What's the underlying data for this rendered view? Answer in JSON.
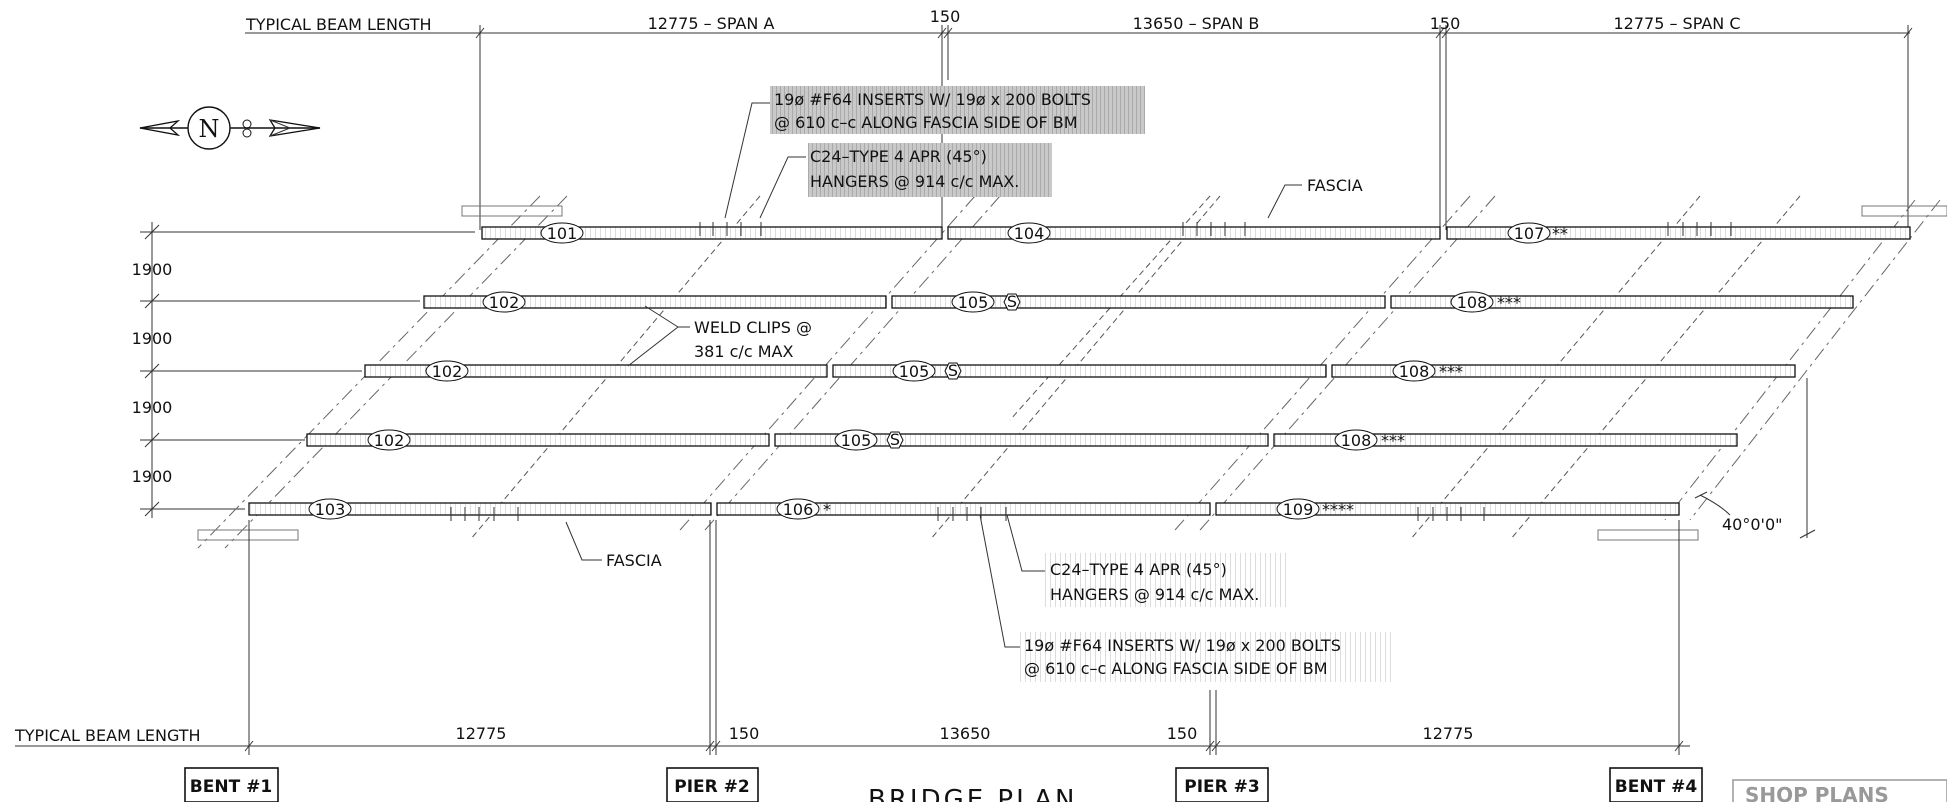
{
  "top_dims": {
    "label": "TYPICAL BEAM LENGTH",
    "span_a": "12775 – SPAN A",
    "gap1": "150",
    "span_b": "13650 – SPAN B",
    "gap2": "150",
    "span_c": "12775 – SPAN C"
  },
  "bottom_dims": {
    "label": "TYPICAL BEAM LENGTH",
    "span_a": "12775",
    "gap1": "150",
    "span_b": "13650",
    "gap2": "150",
    "span_c": "12775"
  },
  "north_label": "N",
  "spacings": [
    "1900",
    "1900",
    "1900",
    "1900"
  ],
  "skew_dim": "40°0'0\"",
  "beams": [
    [
      "101",
      "104",
      "107"
    ],
    [
      "102",
      "105",
      "108"
    ],
    [
      "102",
      "105",
      "108"
    ],
    [
      "102",
      "105",
      "108"
    ],
    [
      "103",
      "106",
      "109"
    ]
  ],
  "beam_marks": {
    "s_symbol": "S",
    "row0_c": "**",
    "rows_mid_c": "***",
    "row4_b": "*",
    "row4_c": "****"
  },
  "notes": {
    "inserts_top_l1": "19ø #F64 INSERTS W/ 19ø x 200 BOLTS",
    "inserts_top_l2": "@ 610 c–c ALONG FASCIA SIDE OF BM",
    "hangers_top_l1": "C24–TYPE 4 APR (45°)",
    "hangers_top_l2": "HANGERS @ 914 c/c MAX.",
    "fascia_top": "FASCIA",
    "weld_l1": "WELD CLIPS @",
    "weld_l2": "381 c/c MAX",
    "fascia_bottom": "FASCIA",
    "hangers_bot_l1": "C24–TYPE 4 APR (45°)",
    "hangers_bot_l2": "HANGERS @ 914 c/c MAX.",
    "inserts_bot_l1": "19ø #F64 INSERTS W/ 19ø x 200 BOLTS",
    "inserts_bot_l2": "@ 610 c–c ALONG FASCIA SIDE OF BM"
  },
  "supports": [
    "BENT #1",
    "PIER #2",
    "PIER #3",
    "BENT #4"
  ],
  "plan_title": "BRIDGE PLAN",
  "stamp": "SHOP PLANS"
}
